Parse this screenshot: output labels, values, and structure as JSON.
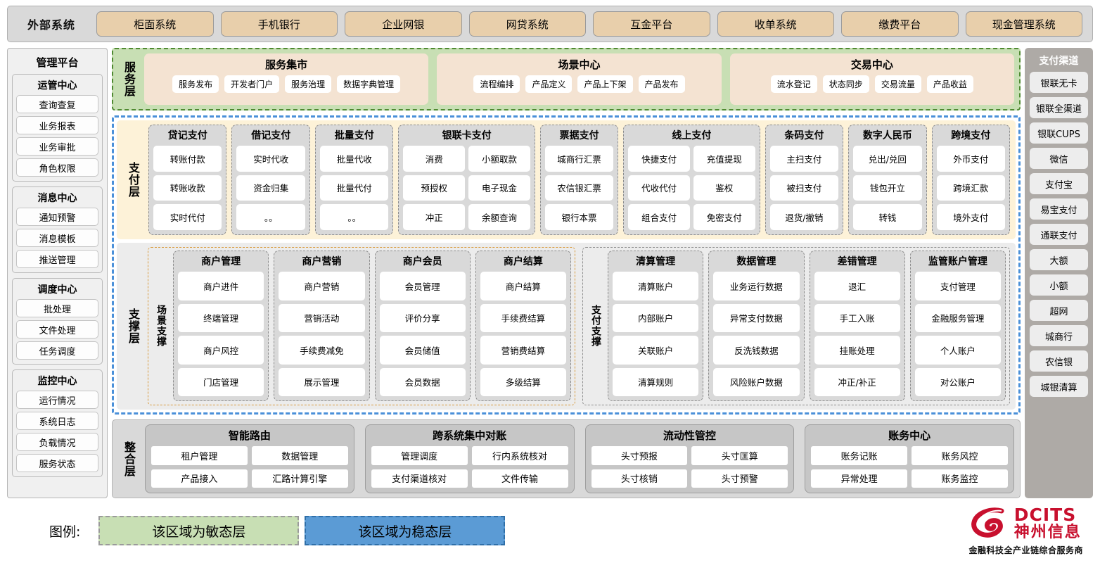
{
  "external": {
    "title": "外部系统",
    "items": [
      "柜面系统",
      "手机银行",
      "企业网银",
      "网贷系统",
      "互金平台",
      "收单系统",
      "缴费平台",
      "现金管理系统"
    ]
  },
  "left_sidebar": {
    "title": "管理平台",
    "groups": [
      {
        "title": "运管中心",
        "items": [
          "查询查复",
          "业务报表",
          "业务审批",
          "角色权限"
        ]
      },
      {
        "title": "消息中心",
        "items": [
          "通知预警",
          "消息模板",
          "推送管理"
        ]
      },
      {
        "title": "调度中心",
        "items": [
          "批处理",
          "文件处理",
          "任务调度"
        ]
      },
      {
        "title": "监控中心",
        "items": [
          "运行情况",
          "系统日志",
          "负载情况",
          "服务状态"
        ]
      }
    ]
  },
  "service_layer": {
    "label": "服务层",
    "groups": [
      {
        "title": "服务集市",
        "items": [
          "服务发布",
          "开发者门户",
          "服务治理",
          "数据字典管理"
        ]
      },
      {
        "title": "场景中心",
        "items": [
          "流程编排",
          "产品定义",
          "产品上下架",
          "产品发布"
        ]
      },
      {
        "title": "交易中心",
        "items": [
          "流水登记",
          "状态同步",
          "交易流量",
          "产品收益"
        ]
      }
    ]
  },
  "payment_layer": {
    "label": "支付层",
    "groups": [
      {
        "title": "贷记支付",
        "cols": 1,
        "items": [
          "转账付款",
          "转账收款",
          "实时代付"
        ]
      },
      {
        "title": "借记支付",
        "cols": 1,
        "items": [
          "实时代收",
          "资金归集",
          "。。"
        ]
      },
      {
        "title": "批量支付",
        "cols": 1,
        "items": [
          "批量代收",
          "批量代付",
          "。。"
        ]
      },
      {
        "title": "银联卡支付",
        "cols": 2,
        "items": [
          "消费",
          "小额取款",
          "预授权",
          "电子现金",
          "冲正",
          "余额查询"
        ]
      },
      {
        "title": "票据支付",
        "cols": 1,
        "items": [
          "城商行汇票",
          "农信银汇票",
          "银行本票"
        ]
      },
      {
        "title": "线上支付",
        "cols": 2,
        "items": [
          "快捷支付",
          "充值提现",
          "代收代付",
          "鉴权",
          "组合支付",
          "免密支付"
        ]
      },
      {
        "title": "条码支付",
        "cols": 1,
        "items": [
          "主扫支付",
          "被扫支付",
          "退货/撤销"
        ]
      },
      {
        "title": "数字人民币",
        "cols": 1,
        "items": [
          "兑出/兑回",
          "钱包开立",
          "转钱"
        ]
      },
      {
        "title": "跨境支付",
        "cols": 1,
        "items": [
          "外币支付",
          "跨境汇款",
          "境外支付"
        ]
      }
    ]
  },
  "support_layer": {
    "label": "支撑层",
    "sections": [
      {
        "label": "场景支撑",
        "groups": [
          {
            "title": "商户管理",
            "items": [
              "商户进件",
              "终端管理",
              "商户风控",
              "门店管理"
            ]
          },
          {
            "title": "商户营销",
            "items": [
              "商户营销",
              "营销活动",
              "手续费减免",
              "展示管理"
            ]
          },
          {
            "title": "商户会员",
            "items": [
              "会员管理",
              "评价分享",
              "会员储值",
              "会员数据"
            ]
          },
          {
            "title": "商户结算",
            "items": [
              "商户结算",
              "手续费结算",
              "营销费结算",
              "多级结算"
            ]
          }
        ]
      },
      {
        "label": "支付支撑",
        "groups": [
          {
            "title": "清算管理",
            "items": [
              "清算账户",
              "内部账户",
              "关联账户",
              "清算规则"
            ]
          },
          {
            "title": "数据管理",
            "items": [
              "业务运行数据",
              "异常支付数据",
              "反洗钱数据",
              "风险账户数据"
            ]
          },
          {
            "title": "差错管理",
            "items": [
              "退汇",
              "手工入账",
              "挂账处理",
              "冲正/补正"
            ]
          },
          {
            "title": "监管账户管理",
            "items": [
              "支付管理",
              "金融服务管理",
              "个人账户",
              "对公账户"
            ]
          }
        ]
      }
    ]
  },
  "integration_layer": {
    "label": "整合层",
    "groups": [
      {
        "title": "智能路由",
        "items": [
          "租户管理",
          "数据管理",
          "产品接入",
          "汇路计算引擎"
        ]
      },
      {
        "title": "跨系统集中对账",
        "items": [
          "管理调度",
          "行内系统核对",
          "支付渠道核对",
          "文件传输"
        ]
      },
      {
        "title": "流动性管控",
        "items": [
          "头寸预报",
          "头寸匡算",
          "头寸核销",
          "头寸预警"
        ]
      },
      {
        "title": "账务中心",
        "items": [
          "账务记账",
          "账务风控",
          "异常处理",
          "账务监控"
        ]
      }
    ]
  },
  "right_sidebar": {
    "title": "支付渠道",
    "items": [
      "银联无卡",
      "银联全渠道",
      "银联CUPS",
      "微信",
      "支付宝",
      "易宝支付",
      "通联支付",
      "大额",
      "小额",
      "超网",
      "城商行",
      "农信银",
      "城银清算"
    ]
  },
  "legend": {
    "label": "图例:",
    "agile": "该区域为敏态层",
    "stable": "该区域为稳态层"
  },
  "brand": {
    "en": "DCITS",
    "cn": "神州信息",
    "tagline": "金融科技全产业链综合服务商"
  },
  "colors": {
    "agile_green": "#c8dfb4",
    "stable_blue": "#5b9bd5",
    "external_chip": "#e8cfab",
    "payment_cream": "#fdf2d8",
    "service_card": "#f4e3d2",
    "brand_red": "#c8102e"
  }
}
